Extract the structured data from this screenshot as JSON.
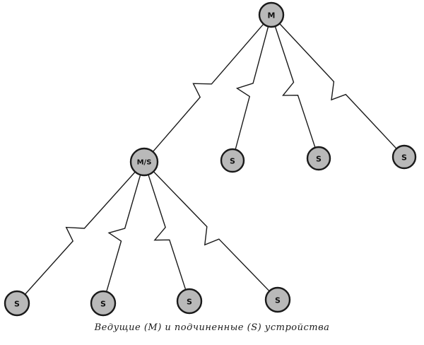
{
  "diagram": {
    "caption": "Ведущие (M) и подчиненные (S) устройства",
    "colors": {
      "node_fill": "#b9b9b9",
      "node_stroke": "#1a1a1a",
      "link_stroke": "#1a1a1a"
    },
    "nodes": [
      {
        "id": "master",
        "label": "M"
      },
      {
        "id": "master-slave",
        "label": "M/S"
      },
      {
        "id": "slave-top-1",
        "label": "S"
      },
      {
        "id": "slave-top-2",
        "label": "S"
      },
      {
        "id": "slave-top-3",
        "label": "S"
      },
      {
        "id": "slave-bottom-1",
        "label": "S"
      },
      {
        "id": "slave-bottom-2",
        "label": "S"
      },
      {
        "id": "slave-bottom-3",
        "label": "S"
      },
      {
        "id": "slave-bottom-4",
        "label": "S"
      }
    ],
    "links": [
      {
        "from": "master",
        "to": "master-slave"
      },
      {
        "from": "master",
        "to": "slave-top-1"
      },
      {
        "from": "master",
        "to": "slave-top-2"
      },
      {
        "from": "master",
        "to": "slave-top-3"
      },
      {
        "from": "master-slave",
        "to": "slave-bottom-1"
      },
      {
        "from": "master-slave",
        "to": "slave-bottom-2"
      },
      {
        "from": "master-slave",
        "to": "slave-bottom-3"
      },
      {
        "from": "master-slave",
        "to": "slave-bottom-4"
      }
    ]
  }
}
